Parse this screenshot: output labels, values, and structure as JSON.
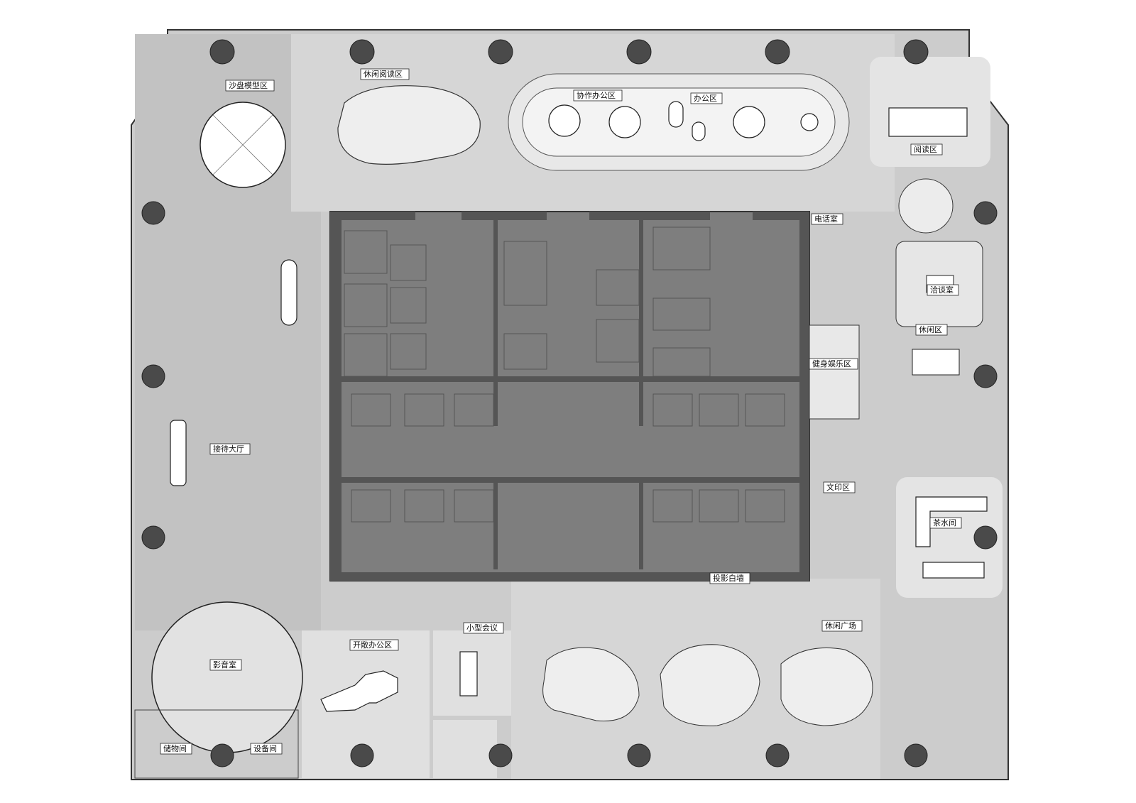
{
  "colors": {
    "background": "#ffffff",
    "floor_light": "#d4d4d4",
    "floor_mid": "#c4c4c4",
    "floor_pale": "#e2e2e2",
    "core": "#808080",
    "column": "#4a4a4a",
    "wall": "#555555",
    "outline": "#333333"
  },
  "labels": {
    "sandbox": "沙盘模型区",
    "leisure_reading": "休闲阅读区",
    "coop_office": "协作办公区",
    "office_area": "办公区",
    "reading_area": "阅读区",
    "electrical": "电话室",
    "negotiation": "洽谈室",
    "rest_area": "休闲区",
    "gym": "健身娱乐区",
    "reception_hall": "接待大厅",
    "copy_area": "文印区",
    "tea_room": "茶水间",
    "projection_wall": "投影白墙",
    "leisure_plaza": "休闲广场",
    "small_meeting": "小型会议",
    "open_office": "开敞办公区",
    "cinema": "影音室",
    "storage": "储物间",
    "equipment": "设备间"
  }
}
